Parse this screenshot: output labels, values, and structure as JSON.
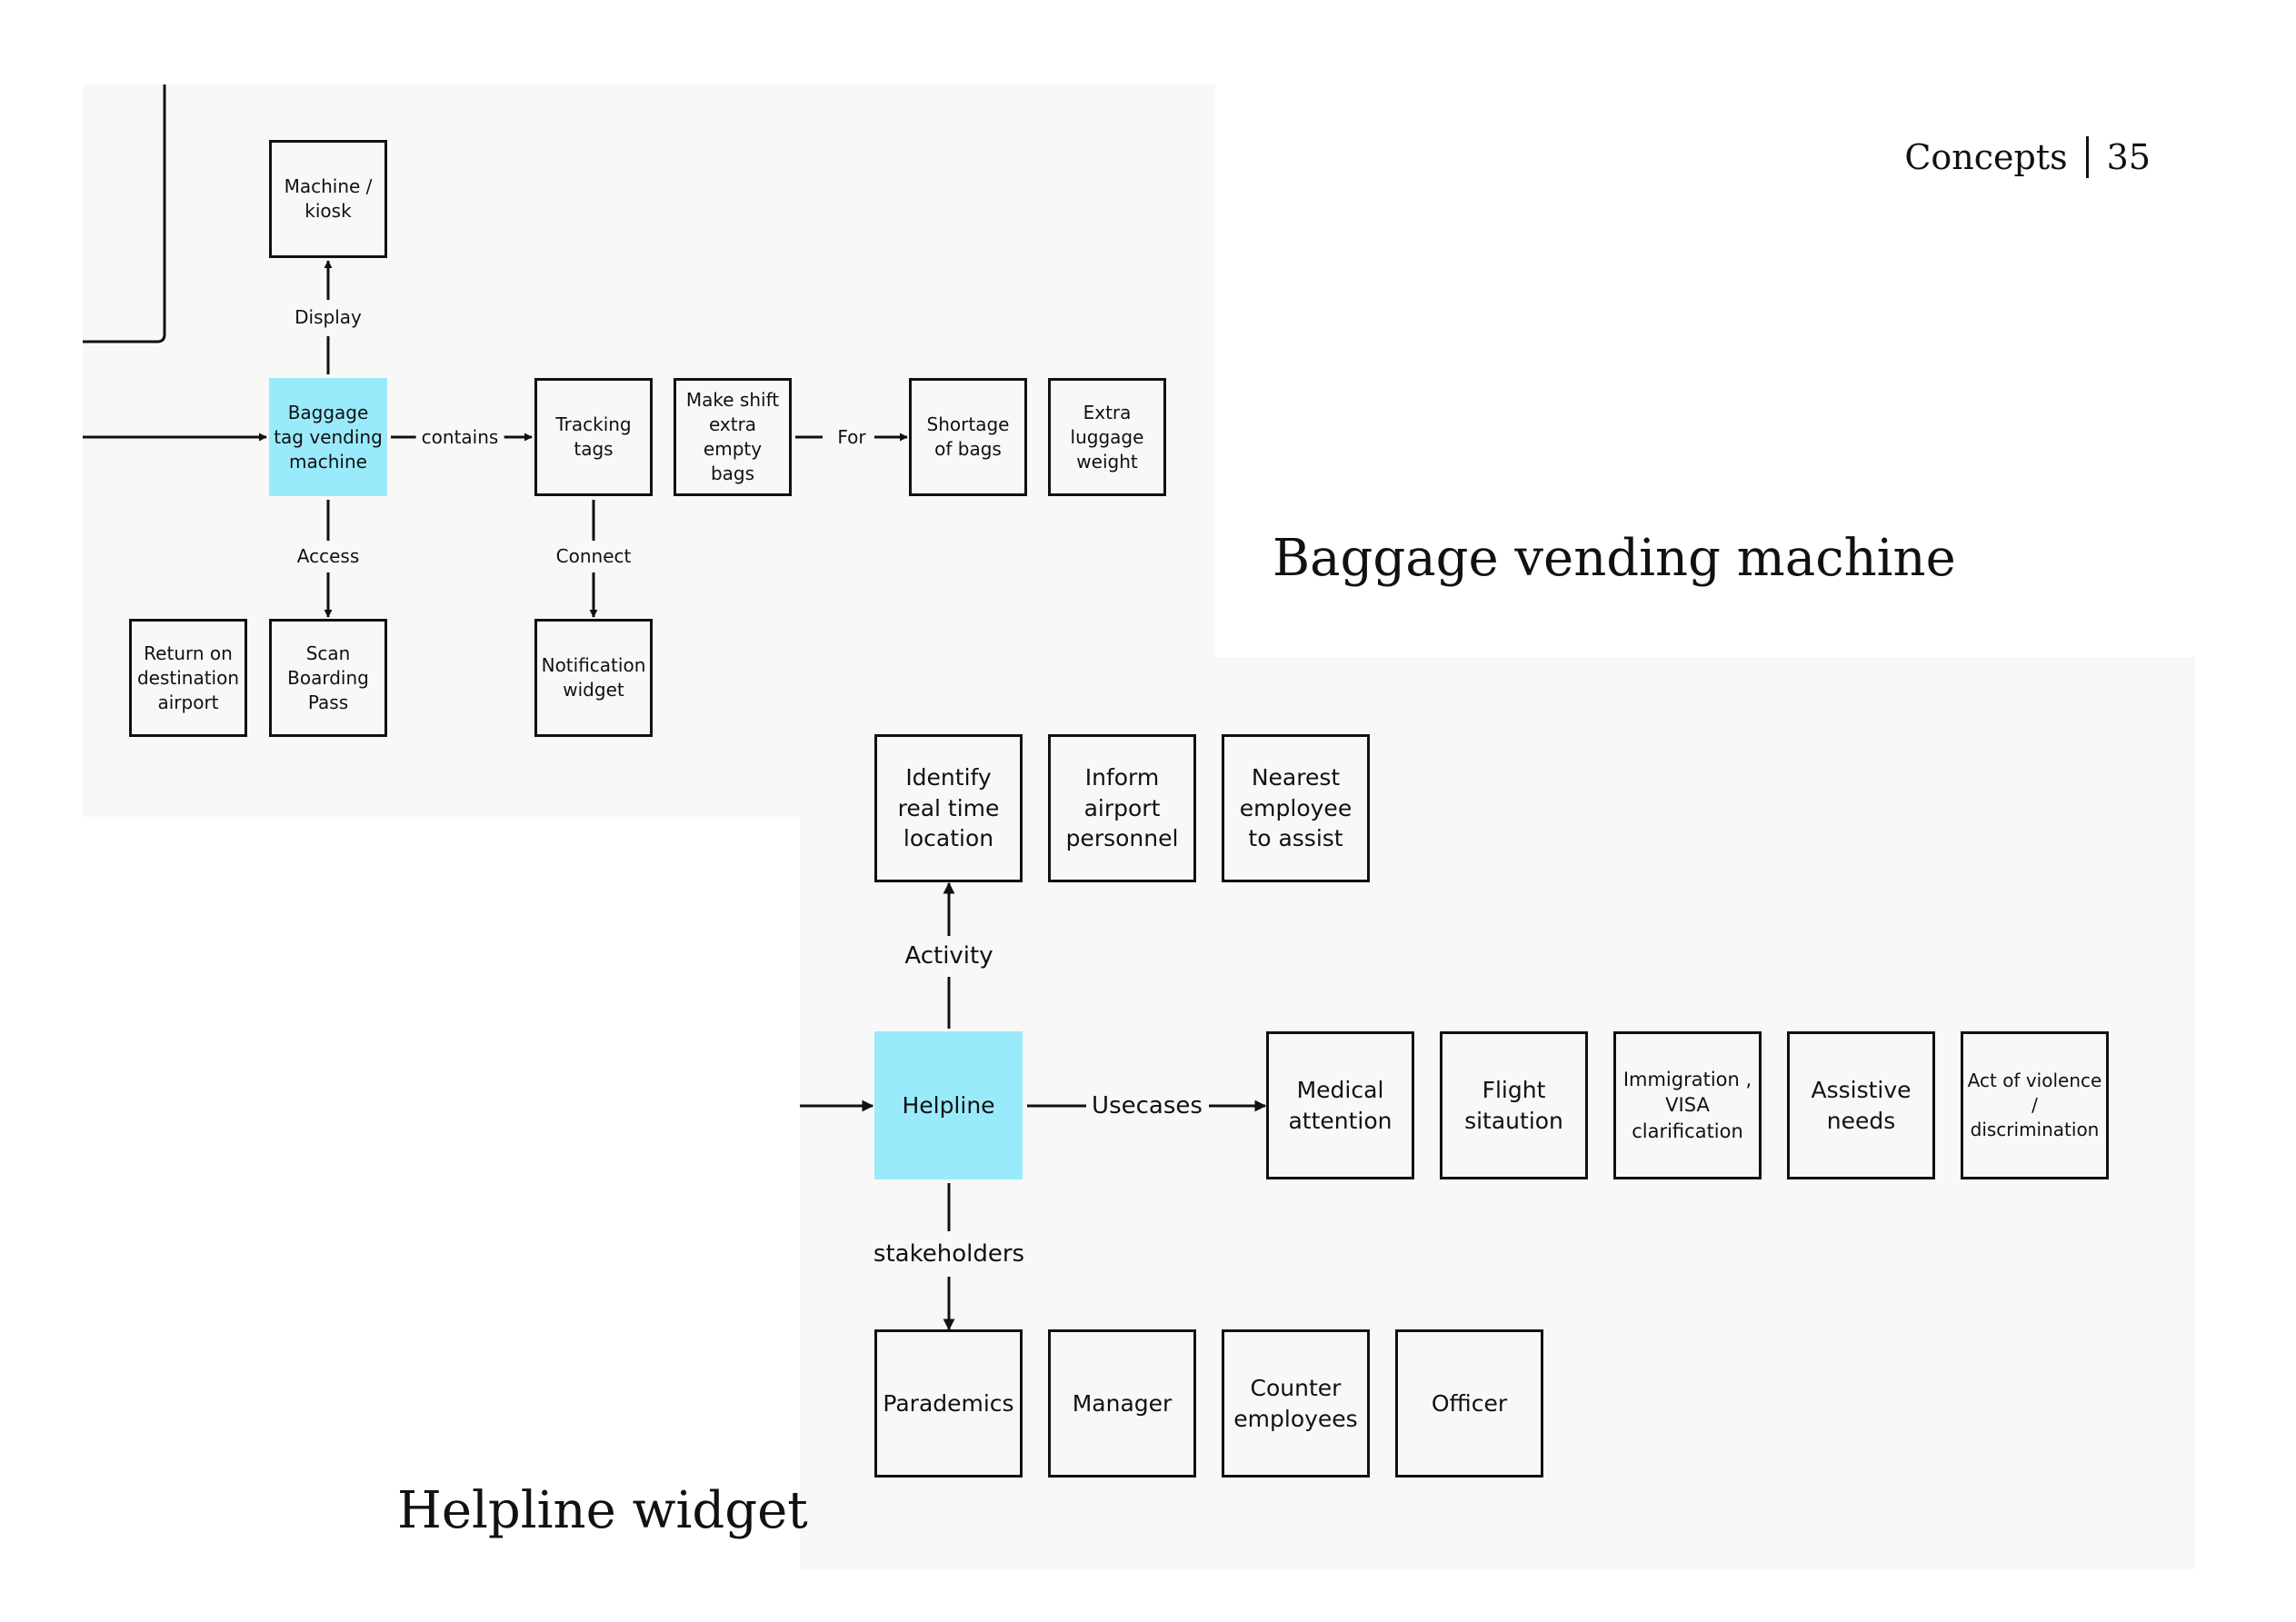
{
  "header": {
    "section": "Concepts",
    "page_number": "35"
  },
  "baggage": {
    "title": "Baggage vending machine",
    "center": "Baggage tag vending machine",
    "up_label": "Display",
    "up_node": "Machine / kiosk",
    "right_label": "contains",
    "down_label": "Access",
    "down_nodes": [
      "Return on destination airport",
      "Scan Boarding Pass"
    ],
    "contents": [
      "Tracking tags",
      "Make shift extra empty bags"
    ],
    "for_label": "For",
    "for_nodes": [
      "Shortage of bags",
      "Extra luggage weight"
    ],
    "connect_label": "Connect",
    "connect_node": "Notification widget"
  },
  "helpline": {
    "title": "Helpline widget",
    "center": "Helpline",
    "activity_label": "Activity",
    "activities": [
      "Identify real time location",
      "Inform airport personnel",
      "Nearest employee to assist"
    ],
    "usecases_label": "Usecases",
    "usecases": [
      "Medical attention",
      "Flight sitaution",
      "Immigration , VISA clarification",
      "Assistive needs",
      "Act of violence / discrimination"
    ],
    "stakeholders_label": "stakeholders",
    "stakeholders": [
      "Parademics",
      "Manager",
      "Counter employees",
      "Officer"
    ]
  }
}
